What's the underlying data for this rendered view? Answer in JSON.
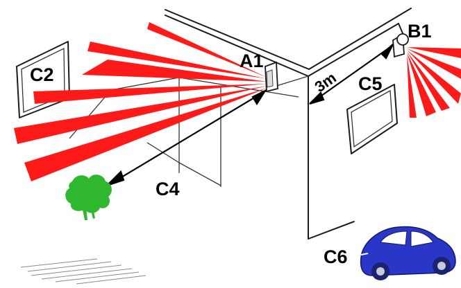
{
  "labels": {
    "a1": "A1",
    "b1": "B1",
    "c2": "C2",
    "c4": "C4",
    "c5": "C5",
    "c6": "C6",
    "distance": "3m"
  },
  "colors": {
    "beam": "#ff1a1a",
    "bush": "#2fb82f",
    "car": "#2a36c8",
    "line": "#1a1a1a",
    "background": "#ffffff"
  },
  "icons": {
    "sensor_a1": "motion-sensor-icon",
    "sensor_b1": "camera-sensor-icon",
    "bush": "bush-icon",
    "car": "car-icon"
  }
}
